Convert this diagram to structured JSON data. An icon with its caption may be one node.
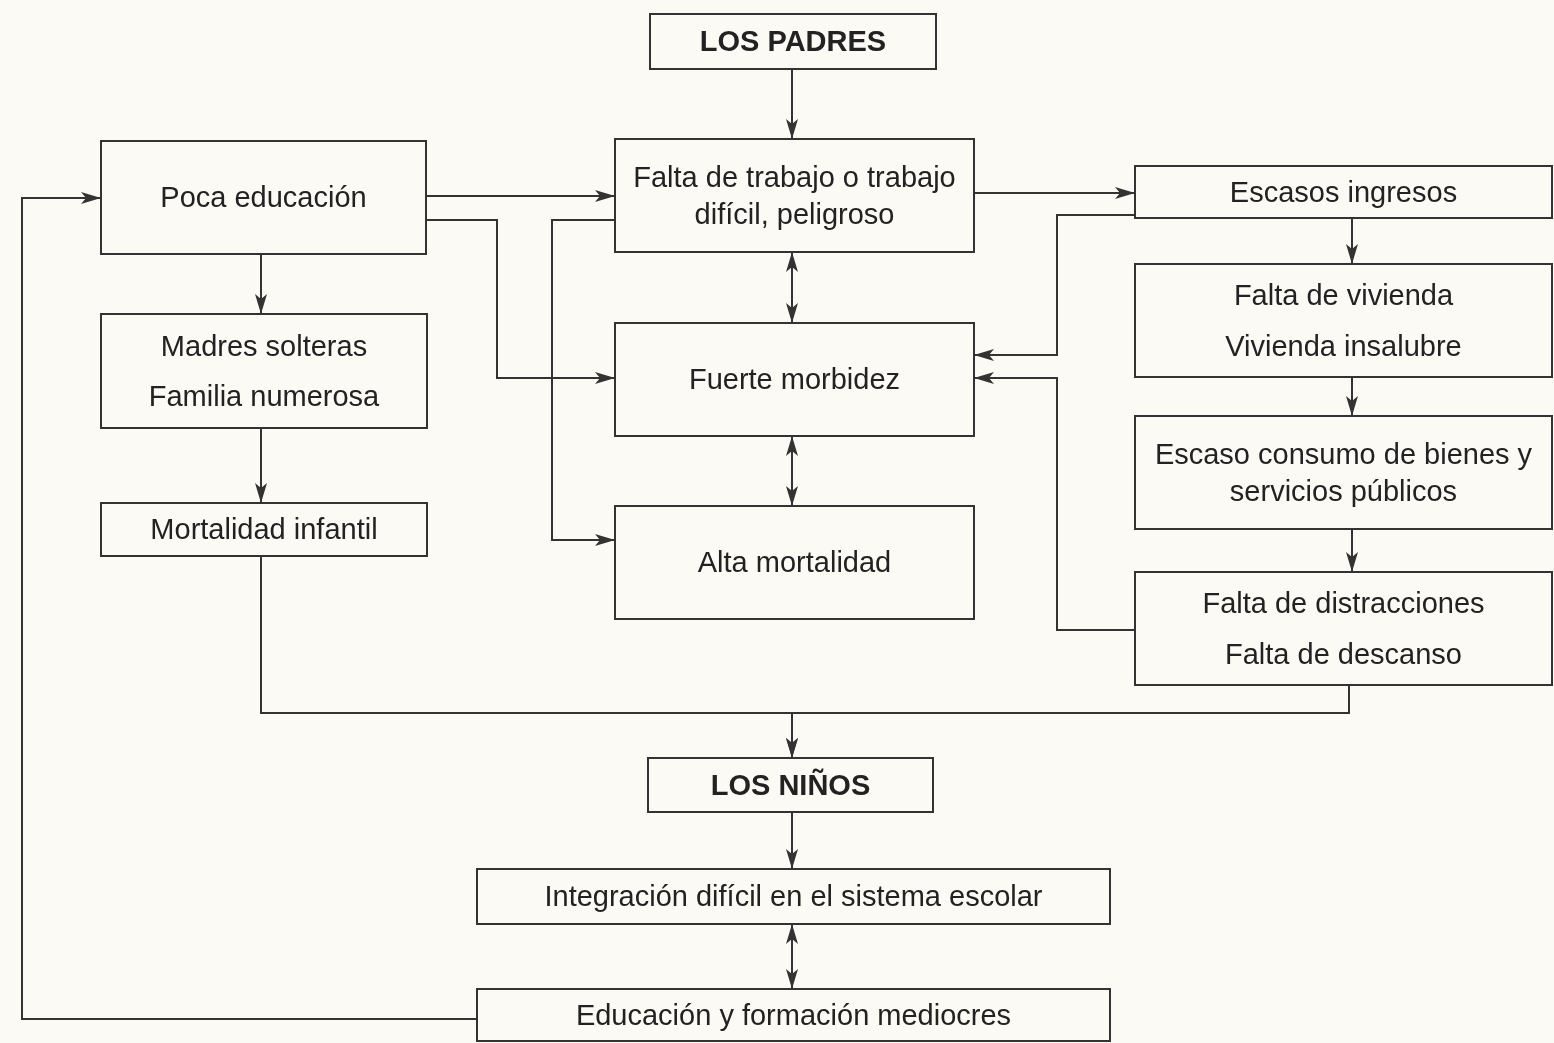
{
  "diagram": {
    "nodes": [
      {
        "text": [
          "LOS PADRES"
        ]
      },
      {
        "text": [
          "Poca educación"
        ]
      },
      {
        "text": [
          "Falta de trabajo o trabajo difícil, peligroso"
        ]
      },
      {
        "text": [
          "Escasos ingresos"
        ]
      },
      {
        "text": [
          "Madres solteras",
          "Familia numerosa"
        ]
      },
      {
        "text": [
          "Fuerte morbidez"
        ]
      },
      {
        "text": [
          "Falta de vivienda",
          "Vivienda insalubre"
        ]
      },
      {
        "text": [
          "Escaso consumo de bienes y servicios públicos"
        ]
      },
      {
        "text": [
          "Mortalidad infantil"
        ]
      },
      {
        "text": [
          "Alta mortalidad"
        ]
      },
      {
        "text": [
          "Falta de distracciones",
          "Falta de descanso"
        ]
      },
      {
        "text": [
          "LOS NIÑOS"
        ]
      },
      {
        "text": [
          "Integración difícil en el sistema escolar"
        ]
      },
      {
        "text": [
          "Educación y formación mediocres"
        ]
      }
    ],
    "edges": [
      {
        "from": 0,
        "to": 2,
        "arrow": "to"
      },
      {
        "from": 1,
        "to": 2,
        "arrow": "to"
      },
      {
        "from": 1,
        "to": 5,
        "arrow": "to"
      },
      {
        "from": 2,
        "to": 9,
        "arrow": "to"
      },
      {
        "from": 2,
        "to": 3,
        "arrow": "to"
      },
      {
        "from": 2,
        "to": 5,
        "arrow": "both"
      },
      {
        "from": 5,
        "to": 9,
        "arrow": "both"
      },
      {
        "from": 1,
        "to": 4,
        "arrow": "to"
      },
      {
        "from": 4,
        "to": 8,
        "arrow": "to"
      },
      {
        "from": 3,
        "to": 6,
        "arrow": "to"
      },
      {
        "from": 6,
        "to": 7,
        "arrow": "to"
      },
      {
        "from": 7,
        "to": 10,
        "arrow": "to"
      },
      {
        "from": 3,
        "to": 5,
        "arrow": "to"
      },
      {
        "from": 10,
        "to": 5,
        "arrow": "to"
      },
      {
        "from": 8,
        "to": 11,
        "arrow": "to"
      },
      {
        "from": 10,
        "to": 11,
        "arrow": "to"
      },
      {
        "from": 11,
        "to": 12,
        "arrow": "to"
      },
      {
        "from": 12,
        "to": 13,
        "arrow": "both"
      },
      {
        "from": 13,
        "to": 1,
        "arrow": "to"
      }
    ]
  }
}
